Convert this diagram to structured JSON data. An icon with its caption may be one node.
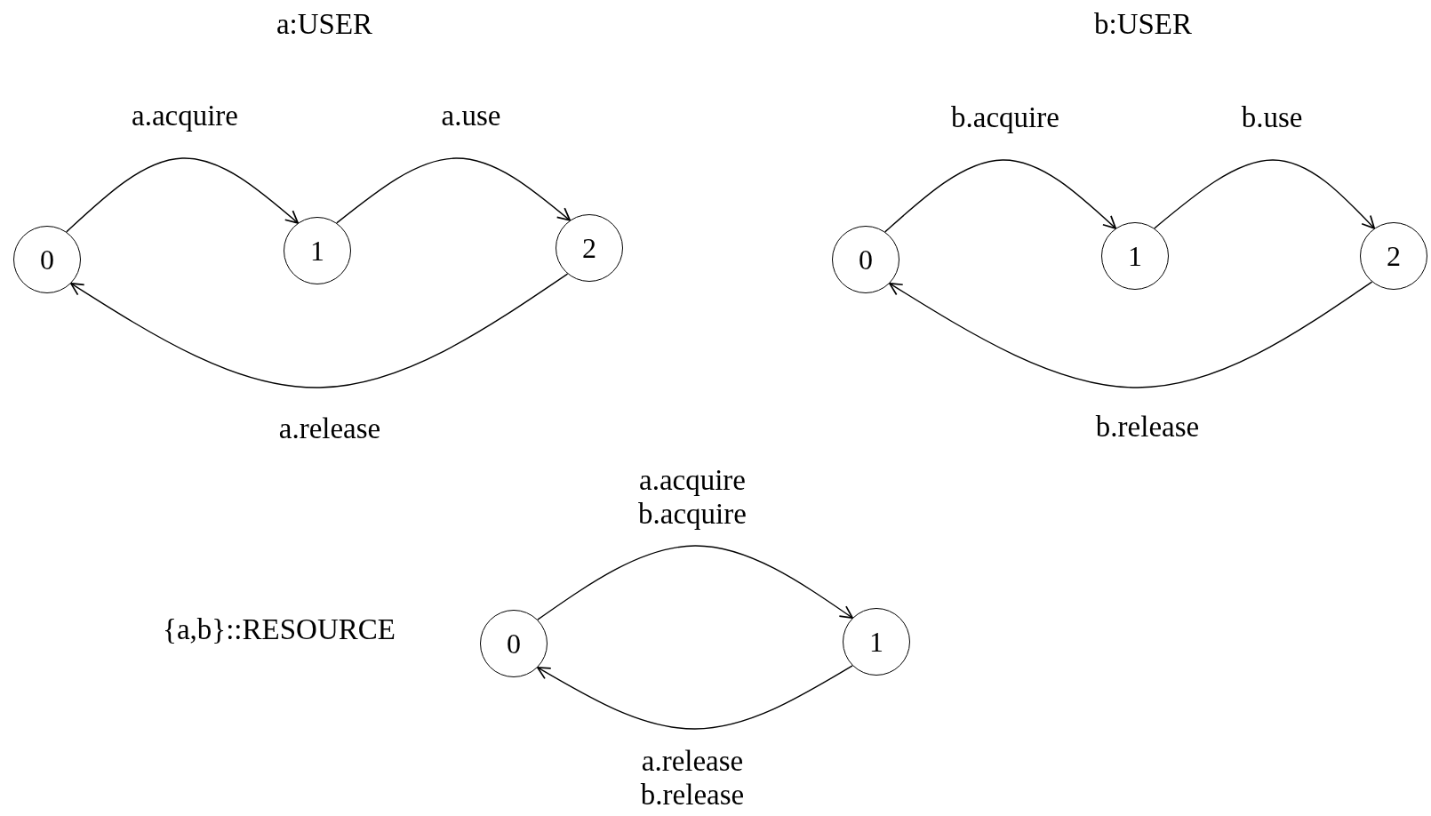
{
  "diagram": {
    "nodes": [
      {
        "text": [
          "0"
        ]
      },
      {
        "text": [
          "1"
        ]
      },
      {
        "text": [
          "2"
        ]
      },
      {
        "text": [
          "0"
        ]
      },
      {
        "text": [
          "1"
        ]
      },
      {
        "text": [
          "2"
        ]
      },
      {
        "text": [
          "0"
        ]
      },
      {
        "text": [
          "1"
        ]
      }
    ],
    "edges": [
      {
        "from": 0,
        "to": 1,
        "arrow": "to",
        "label": "a.acquire"
      },
      {
        "from": 1,
        "to": 2,
        "arrow": "to",
        "label": "a.use"
      },
      {
        "from": 2,
        "to": 0,
        "arrow": "to",
        "label": "a.release"
      },
      {
        "from": 3,
        "to": 4,
        "arrow": "to",
        "label": "b.acquire"
      },
      {
        "from": 4,
        "to": 5,
        "arrow": "to",
        "label": "b.use"
      },
      {
        "from": 5,
        "to": 3,
        "arrow": "to",
        "label": "b.release"
      },
      {
        "from": 6,
        "to": 7,
        "arrow": "to",
        "label": "a.acquire b.acquire"
      },
      {
        "from": 7,
        "to": 6,
        "arrow": "to",
        "label": "a.release b.release"
      }
    ],
    "labels": [
      "a:USER",
      "b:USER",
      "{a,b}::RESOURCE"
    ]
  }
}
